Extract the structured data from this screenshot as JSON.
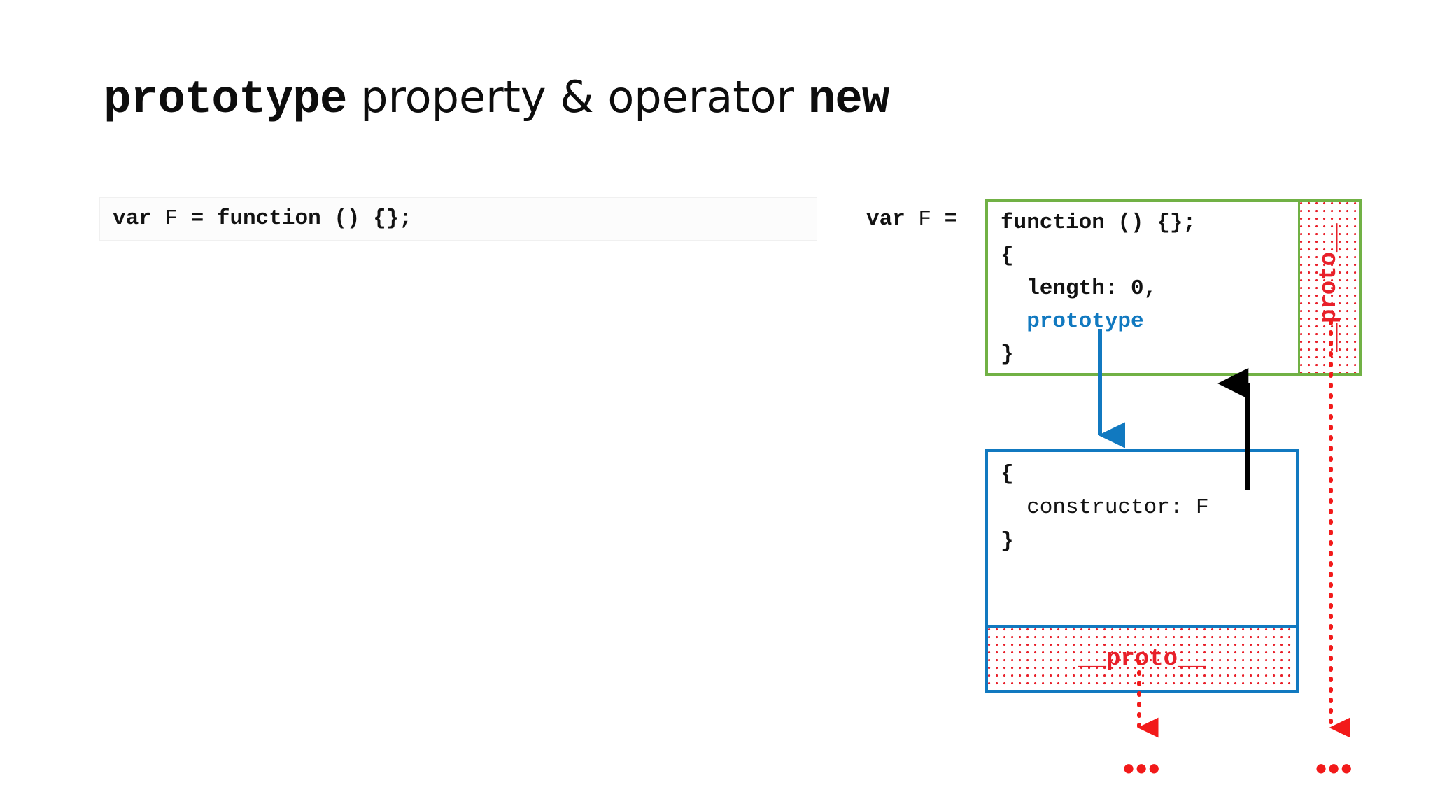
{
  "slide": {
    "background": "#ffffff",
    "title": {
      "part1": "prototype",
      "part2": " property & operator ",
      "part3": "new"
    }
  },
  "colors": {
    "green_border": "#71b145",
    "blue_border": "#1179c0",
    "blue_text": "#1179c0",
    "red": "#e8202a",
    "red_arrow": "#f21a1a",
    "black_text": "#121212"
  },
  "left_code_box": {
    "line_var": "var ",
    "line_f": "F",
    "line_eq": " = ",
    "line_fn": "function () {};"
  },
  "right": {
    "var_prefix_var": "var ",
    "var_prefix_f": "F",
    "var_prefix_eq": " = ",
    "function_box": {
      "lines": [
        "function () {};",
        "{",
        "  length: 0,",
        "}"
      ],
      "line_0": "function () {};",
      "line_1": "{",
      "line_2": "  length: 0,",
      "line_3_prototype": "  prototype",
      "line_4": "}",
      "proto_column_label": "__proto__"
    },
    "prototype_object_box": {
      "line_open": "{",
      "line_constructor": "  constructor: F",
      "line_close": "}",
      "proto_strip_label": "__proto__"
    }
  },
  "ellipses": {
    "left": "•••",
    "right": "•••"
  },
  "arrows": {
    "prototype_to_object": "blue-down-arrow",
    "constructor_to_function": "black-up-arrow",
    "proto_strip_down": "red-dotted-down-arrow",
    "proto_column_down": "red-dotted-down-arrow"
  }
}
